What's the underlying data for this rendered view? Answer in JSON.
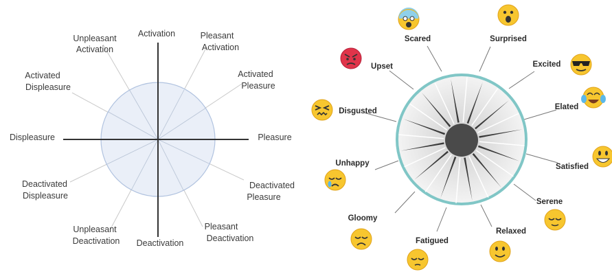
{
  "left_diagram": {
    "labels": {
      "activation": "Activation",
      "unpleasant_activation_1": "Unpleasant",
      "unpleasant_activation_2": "Activation",
      "pleasant_activation_1": "Pleasant",
      "pleasant_activation_2": "Activation",
      "activated_displeasure_1": "Activated",
      "activated_displeasure_2": "Displeasure",
      "activated_pleasure_1": "Activated",
      "activated_pleasure_2": "Pleasure",
      "displeasure": "Displeasure",
      "pleasure": "Pleasure",
      "deactivated_displeasure_1": "Deactivated",
      "deactivated_displeasure_2": "Displeasure",
      "deactivated_pleasure_1": "Deactivated",
      "deactivated_pleasure_2": "Pleasure",
      "unpleasant_deactivation_1": "Unpleasant",
      "unpleasant_deactivation_2": "Deactivation",
      "pleasant_deactivation_1": "Pleasant",
      "pleasant_deactivation_2": "Deactivation",
      "deactivation": "Deactivation"
    },
    "colors": {
      "disc_fill": "#e8eef8",
      "disc_stroke": "#9fb4d6",
      "axis": "#333333",
      "spoke": "#c8c8c8"
    }
  },
  "right_diagram": {
    "emotions": [
      {
        "key": "scared",
        "label": "Scared",
        "icon": "scared-face-icon"
      },
      {
        "key": "surprised",
        "label": "Surprised",
        "icon": "surprised-face-icon"
      },
      {
        "key": "excited",
        "label": "Excited",
        "icon": "cool-sunglasses-face-icon"
      },
      {
        "key": "elated",
        "label": "Elated",
        "icon": "tears-of-joy-face-icon"
      },
      {
        "key": "satisfied",
        "label": "Satisfied",
        "icon": "grinning-face-icon"
      },
      {
        "key": "serene",
        "label": "Serene",
        "icon": "relieved-face-icon"
      },
      {
        "key": "relaxed",
        "label": "Relaxed",
        "icon": "smiling-face-icon"
      },
      {
        "key": "fatigued",
        "label": "Fatigued",
        "icon": "pensive-face-icon"
      },
      {
        "key": "gloomy",
        "label": "Gloomy",
        "icon": "disappointed-face-icon"
      },
      {
        "key": "unhappy",
        "label": "Unhappy",
        "icon": "crying-face-icon"
      },
      {
        "key": "disgusted",
        "label": "Disgusted",
        "icon": "persevering-face-icon"
      },
      {
        "key": "upset",
        "label": "Upset",
        "icon": "angry-face-icon"
      }
    ],
    "colors": {
      "rim": "#7fc4c4",
      "hub": "#4a4a4a",
      "emoji": "#f7c62f",
      "emoji_outline": "#e0a21a",
      "angry": "#e0344a",
      "scared": "#8fd0ea"
    }
  }
}
